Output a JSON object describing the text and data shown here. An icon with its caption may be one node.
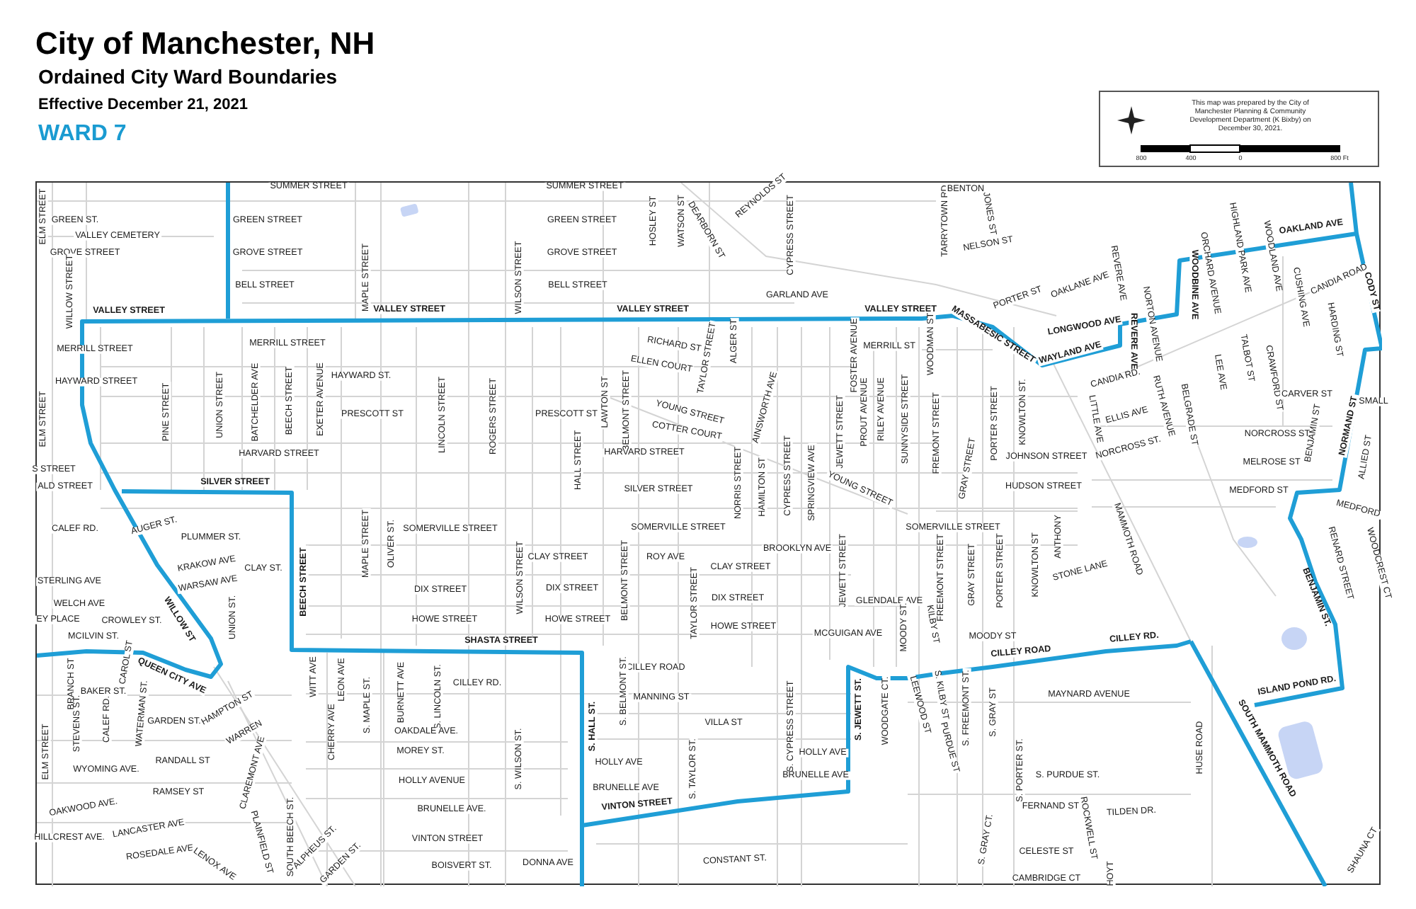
{
  "diagram": {
    "title": "City of Manchester, NH",
    "labels": [
      "Ordained City Ward Boundaries",
      "Effective December 21, 2021",
      "WARD 7",
      "This map was prepared by the City of Manchester Planning & Community Development Department (K Bixby) on December 30, 2021.",
      "800",
      "400",
      "0",
      "800 Ft",
      "ELM STREET",
      "SUMMER STREET",
      "SUMMER STREET",
      "GREEN ST.",
      "GREEN STREET",
      "GREEN STREET",
      "VALLEY CEMETERY",
      "GROVE STREET",
      "GROVE STREET",
      "GROVE STREET",
      "BELL STREET",
      "BELL STREET",
      "WILLOW STREET",
      "MAPLE STREET",
      "WILSON STREET",
      "HOSLEY ST",
      "WATSON ST",
      "DEARBORN ST",
      "REYNOLDS ST",
      "CYPRESS STREET",
      "GARLAND AVE",
      "TARRYTOWN RD",
      "BENTON",
      "JONES ST",
      "NELSON ST",
      "VALLEY STREET",
      "VALLEY STREET",
      "VALLEY STREET",
      "VALLEY STREET",
      "MASSABESIC STREET",
      "PORTER ST",
      "OAKLANE AVE",
      "REVERE AVE",
      "WOODBINE AVE",
      "NORTON AVENUE",
      "ORCHARD AVENUE",
      "HIGHLAND PARK AVE",
      "WOODLAND AVE",
      "OAKLAND AVE",
      "CUSHING AVE",
      "CANDIA ROAD",
      "HARDING ST",
      "CODY ST",
      "LONGWOOD AVE",
      "WAYLAND AVE",
      "REVERE AVE",
      "MERRILL STREET",
      "MERRILL STREET",
      "RICHARD ST",
      "ELLEN COURT",
      "TAYLOR STREET",
      "ALGER ST",
      "FOSTER AVENUE",
      "MERRILL ST",
      "WOODMAN ST",
      "HAYWARD STREET",
      "HAYWARD ST.",
      "UNION STREET",
      "BATCHELDER AVE",
      "BEECH STREET",
      "EXETER AVENUE",
      "PRESCOTT ST",
      "LINCOLN STREET",
      "ROGERS STREET",
      "PRESCOTT ST",
      "LAWTON ST",
      "BELMONT STREET",
      "YOUNG STREET",
      "COTTER COURT",
      "AINSWORTH AVE",
      "JEWETT STREET",
      "PROUT AVENUE",
      "RILEY AVENUE",
      "SUNNYSIDE STREET",
      "FREMONT STREET",
      "CANDIA RD.",
      "LITTLE AVE",
      "ELLIS AVE",
      "RUTH AVENUE",
      "BELGRADE ST",
      "LEE AVE",
      "TALBOT ST",
      "CRAWFORD ST",
      "CARVER ST",
      "SMALL",
      "ELM STREET",
      "PINE STREET",
      "HALL STREET",
      "HARVARD STREET",
      "HARVARD STREET",
      "NORRIS STREET",
      "HAMILTON ST",
      "CYPRESS STREET",
      "SPRINGVIEW AVE",
      "YOUNG STREET",
      "PORTER STREET",
      "KNOWLTON ST.",
      "GRAY STREET",
      "JOHNSON STREET",
      "NORCROSS ST.",
      "NORCROSS ST",
      "MELROSE ST",
      "HUDSON STREET",
      "MEDFORD ST",
      "BENJAMIN ST",
      "NORMAND ST",
      "ALLIED ST",
      "MEDFORD",
      "S STREET",
      "ALD STREET",
      "SILVER STREET",
      "SILVER STREET",
      "SOMERVILLE STREET",
      "SOMERVILLE STREET",
      "SOMERVILLE STREET",
      "MAMMOTH ROAD",
      "CALEF RD.",
      "AUGER ST.",
      "PLUMMER ST.",
      "KRAKOW AVE",
      "CLAY ST.",
      "WARSAW AVE",
      "STERLING AVE",
      "WELCH AVE",
      "EY PLACE",
      "CROWLEY ST.",
      "MCILVIN ST.",
      "WILLOW ST",
      "UNION ST.",
      "BEECH STREET",
      "MAPLE STREET",
      "OLIVER ST.",
      "DIX STREET",
      "HOWE STREET",
      "WILSON STREET",
      "CLAY STREET",
      "DIX STREET",
      "HOWE STREET",
      "ROY AVE",
      "BELMONT STREET",
      "CLAY STREET",
      "DIX STREET",
      "HOWE STREET",
      "TAYLOR STREET",
      "BROOKLYN AVE",
      "JEWETT STREET",
      "GLENDALE AVE",
      "MCGUIGAN AVE",
      "MOODY ST.",
      "KILBY ST",
      "FREEMONT STREET",
      "GRAY STREET",
      "PORTER STREET",
      "KNOWLTON ST",
      "ANTHONY",
      "STONE LANE",
      "MOODY ST",
      "RENARD STREET",
      "WOODCREST CT",
      "BENJAMIN ST.",
      "QUEEN CITY AVE",
      "BRANCH ST",
      "CAROL ST",
      "BAKER ST.",
      "SHASTA STREET",
      "WITT AVE",
      "LEON AVE",
      "CHERRY AVE",
      "S. MAPLE ST.",
      "BURNETT AVE",
      "S. LINCOLN ST.",
      "CILLEY RD.",
      "CILLEY ROAD",
      "CILLEY ROAD",
      "CILLEY RD.",
      "S. BELMONT ST.",
      "MANNING ST",
      "VILLA ST",
      "S. HALL ST.",
      "S. JEWETT ST.",
      "S. CYPRESS STREET",
      "WOODGATE CT.",
      "LEEWOOD ST",
      "S. KILBY ST",
      "PURDUE ST",
      "S. FREEMONT ST.",
      "S. GRAY ST",
      "MAYNARD AVENUE",
      "HUSE ROAD",
      "SOUTH MAMMOTH ROAD",
      "ISLAND POND RD.",
      "ELM STREET",
      "STEVENS ST.",
      "CALEF RD.",
      "WATERMAN ST.",
      "GARDEN ST.",
      "HAMPTON ST",
      "WARREN",
      "CLAREMONT AVE",
      "WYOMING AVE.",
      "RANDALL ST",
      "RAMSEY ST",
      "OAKDALE AVE.",
      "MOREY ST.",
      "HOLLY AVENUE",
      "BRUNELLE AVE.",
      "VINTON STREET",
      "BOISVERT ST.",
      "DONNA AVE",
      "S. WILSON ST.",
      "HOLLY AVE",
      "BRUNELLE AVE",
      "S. TAYLOR ST.",
      "VINTON STREET",
      "HOLLY AVE",
      "BRUNELLE AVE",
      "CONSTANT ST.",
      "OAKWOOD AVE.",
      "HILLCREST AVE.",
      "LANCASTER AVE",
      "ROSEDALE AVE",
      "LENOX AVE",
      "PLAINFIELD ST",
      "SOUTH BEECH ST.",
      "ALPHEUS ST.",
      "GARDEN ST.",
      "S. PURDUE ST.",
      "S. PORTER ST.",
      "FERNAND ST",
      "ROCKWELL ST",
      "TILDEN DR.",
      "S. GRAY CT.",
      "CELESTE ST",
      "CAMBRIDGE CT",
      "SHAUNA CT",
      "HOYT"
    ]
  }
}
